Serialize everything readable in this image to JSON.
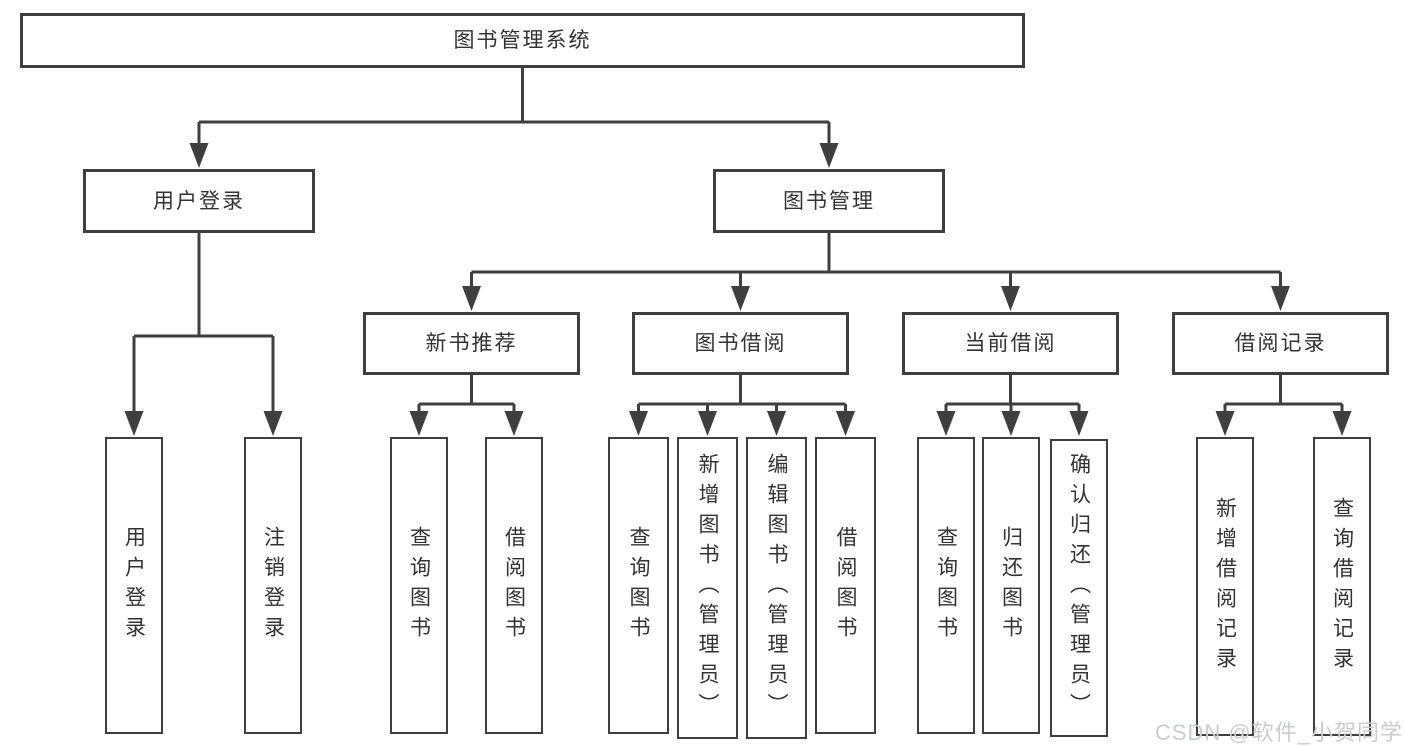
{
  "tree": {
    "label": "图书管理系统",
    "children": [
      {
        "label": "用户登录",
        "children": [
          {
            "label": "用户登录"
          },
          {
            "label": "注销登录"
          }
        ]
      },
      {
        "label": "图书管理",
        "children": [
          {
            "label": "新书推荐",
            "children": [
              {
                "label": "查询图书"
              },
              {
                "label": "借阅图书"
              }
            ]
          },
          {
            "label": "图书借阅",
            "children": [
              {
                "label": "查询图书"
              },
              {
                "label": "新增图书（管理员）"
              },
              {
                "label": "编辑图书（管理员）"
              },
              {
                "label": "借阅图书"
              }
            ]
          },
          {
            "label": "当前借阅",
            "children": [
              {
                "label": "查询图书"
              },
              {
                "label": "归还图书"
              },
              {
                "label": "确认归还（管理员）"
              }
            ]
          },
          {
            "label": "借阅记录",
            "children": [
              {
                "label": "新增借阅记录"
              },
              {
                "label": "查询借阅记录"
              }
            ]
          }
        ]
      }
    ]
  },
  "watermark": "CSDN @软件_小贺同学",
  "colors": {
    "line": "#3f3f3f",
    "text": "#333333",
    "watermark": "#c8ccd1",
    "background": "#ffffff"
  }
}
